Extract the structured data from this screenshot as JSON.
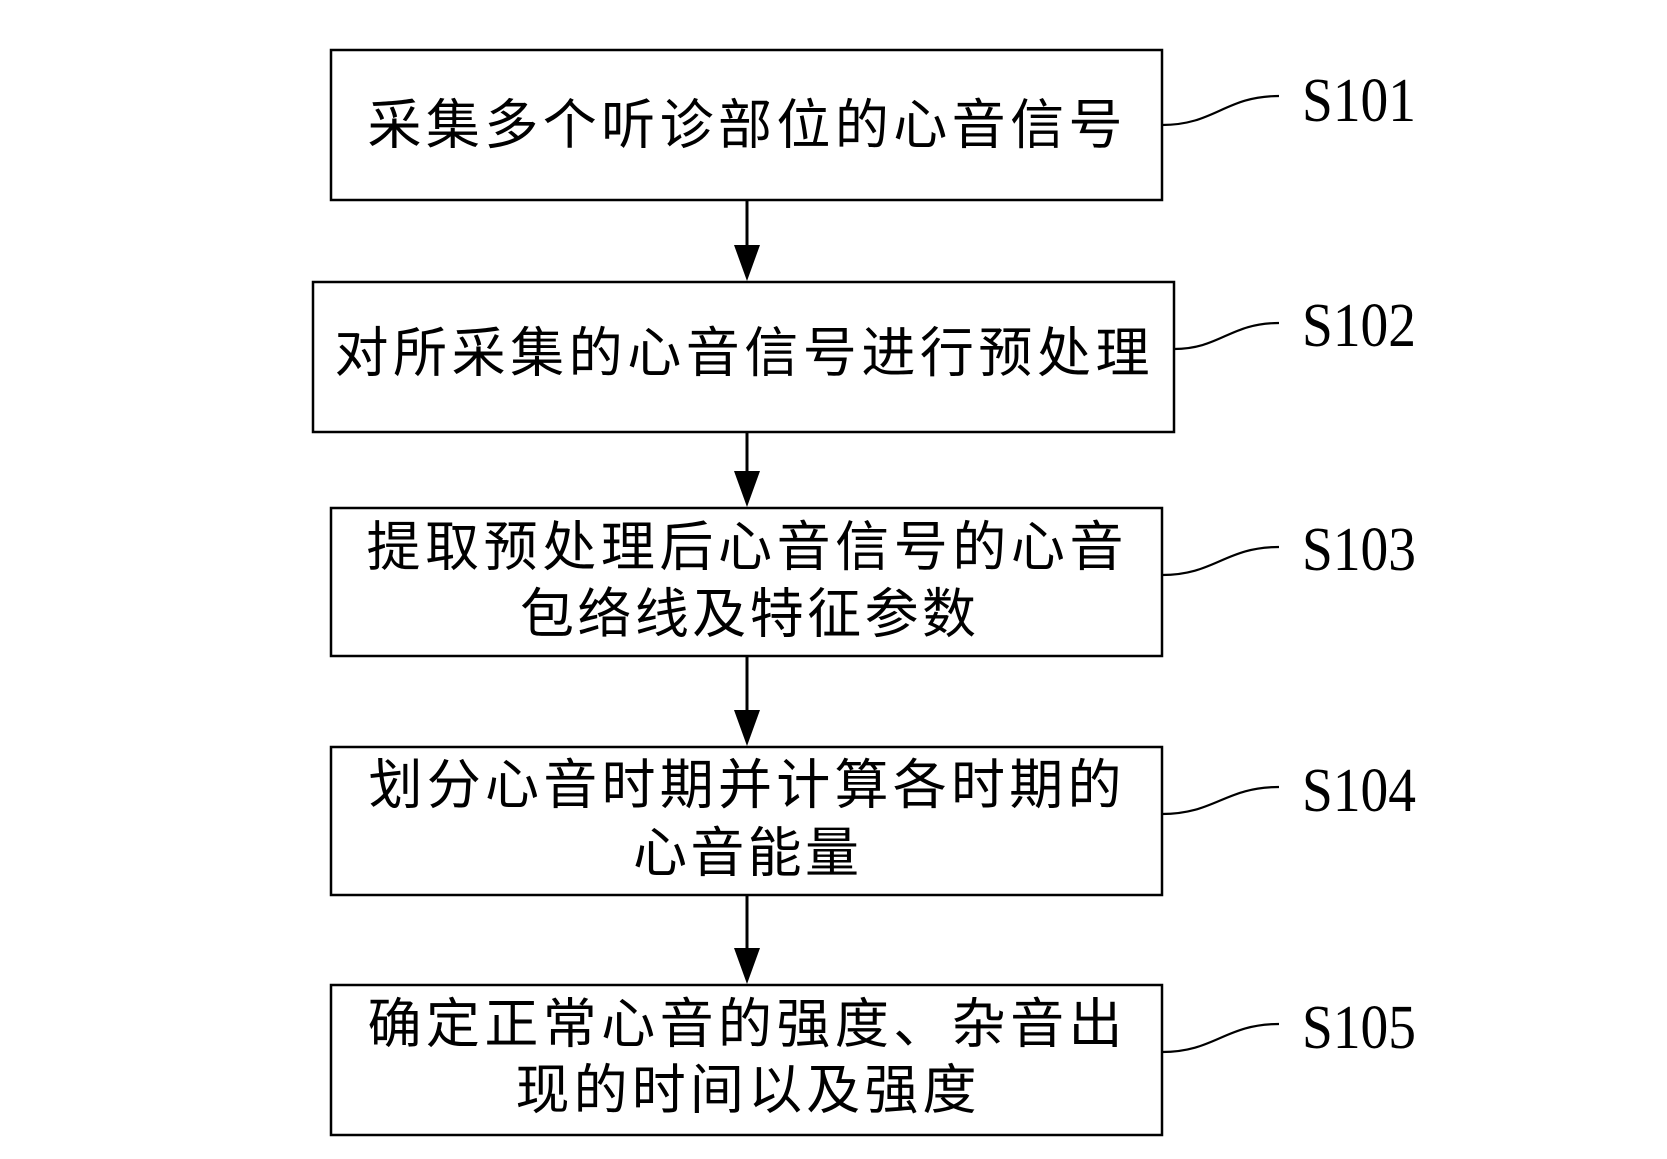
{
  "steps": [
    {
      "label": "S101",
      "lines": [
        "采集多个听诊部位的心音信号"
      ]
    },
    {
      "label": "S102",
      "lines": [
        "对所采集的心音信号进行预处理"
      ]
    },
    {
      "label": "S103",
      "lines": [
        "提取预处理后心音信号的心音",
        "包络线及特征参数"
      ]
    },
    {
      "label": "S104",
      "lines": [
        "划分心音时期并计算各时期的",
        "心音能量"
      ]
    },
    {
      "label": "S105",
      "lines": [
        "确定正常心音的强度、杂音出",
        "现的时间以及强度"
      ]
    }
  ]
}
